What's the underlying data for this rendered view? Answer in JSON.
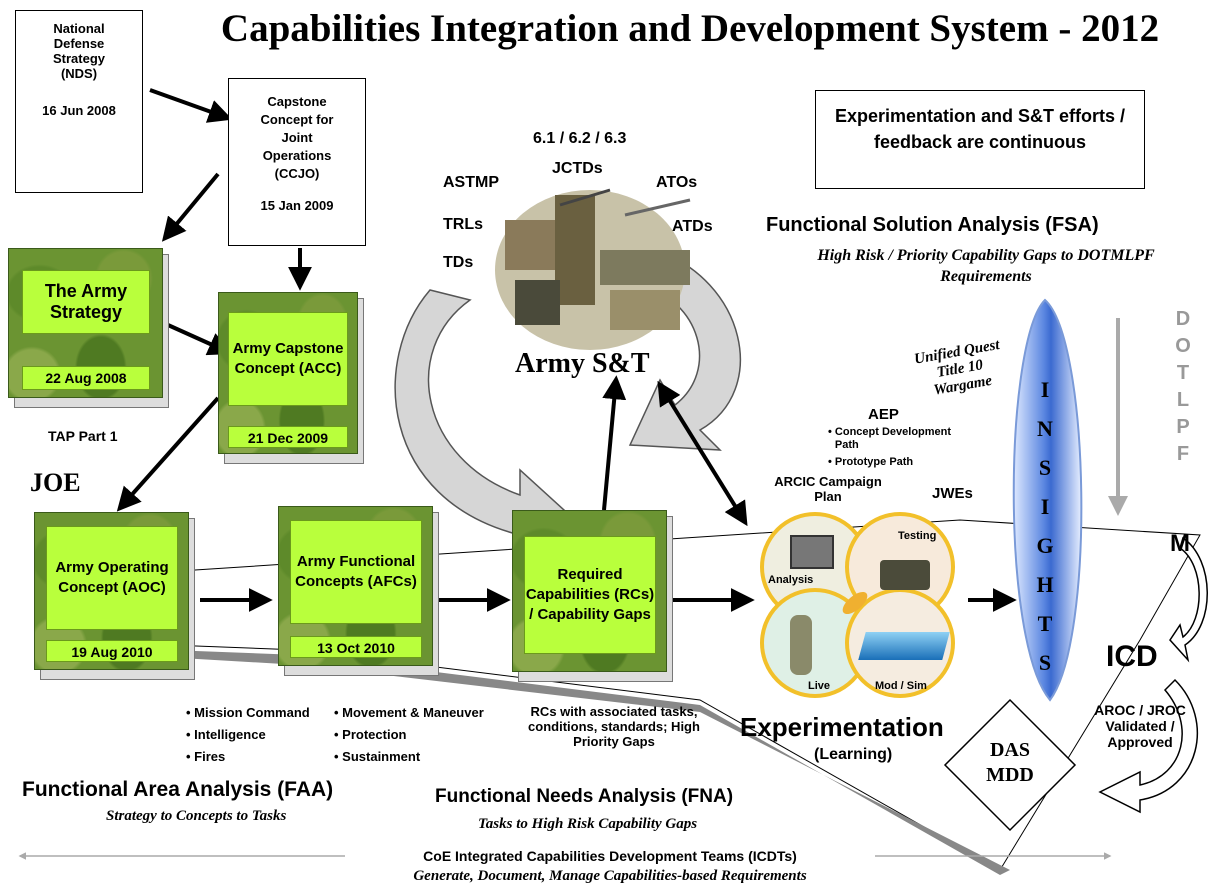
{
  "title": "Capabilities Integration and Development System - 2012",
  "nds": {
    "line1": "National",
    "line2": "Defense",
    "line3": "Strategy",
    "line4": "(NDS)",
    "date": "16 Jun 2008"
  },
  "ccjo": {
    "line1": "Capstone",
    "line2": "Concept for",
    "line3": "Joint",
    "line4": "Operations",
    "line5": "(CCJO)",
    "date": "15 Jan 2009"
  },
  "army_strategy": {
    "label": "The Army Strategy",
    "date": "22 Aug 2008",
    "note": "TAP Part 1"
  },
  "acc": {
    "label": "Army Capstone Concept (ACC)",
    "date": "21 Dec 2009"
  },
  "joe": "JOE",
  "aoc": {
    "label": "Army Operating Concept (AOC)",
    "date": "19 Aug 2010"
  },
  "afc": {
    "label": "Army Functional Concepts (AFCs)",
    "date": "13 Oct 2010"
  },
  "rc": {
    "label": "Required Capabilities (RCs) / Capability Gaps"
  },
  "faa_bullets_left": [
    "• Mission Command",
    "• Intelligence",
    "• Fires"
  ],
  "faa_bullets_right": [
    "• Movement & Maneuver",
    "• Protection",
    "• Sustainment"
  ],
  "rc_note": "RCs with associated tasks, conditions, standards; High Priority Gaps",
  "faa": {
    "title": "Functional Area Analysis (FAA)",
    "subtitle": "Strategy to Concepts to Tasks"
  },
  "fna": {
    "title": "Functional Needs Analysis (FNA)",
    "subtitle": "Tasks to High Risk Capability Gaps"
  },
  "st": {
    "title": "Army S&T",
    "l_astmp": "ASTMP",
    "l_trls": "TRLs",
    "l_tds": "TDs",
    "l_61": "6.1 / 6.2 / 6.3",
    "l_jctds": "JCTDs",
    "l_atos": "ATOs",
    "l_atds": "ATDs"
  },
  "continuous_box": "Experimentation and S&T efforts / feedback are continuous",
  "fsa": {
    "title": "Functional Solution Analysis (FSA)",
    "subtitle": "High Risk / Priority Capability Gaps to DOTMLPF Requirements"
  },
  "dotmlpf": [
    "D",
    "O",
    "T",
    "L",
    "P",
    "F"
  ],
  "m": "M",
  "insights": [
    "I",
    "N",
    "S",
    "I",
    "G",
    "H",
    "T",
    "S"
  ],
  "uq": {
    "line1": "Unified Quest",
    "line2": "Title 10",
    "line3": "Wargame"
  },
  "aep": {
    "title": "AEP",
    "b1": "Concept Development Path",
    "b2": "Prototype Path"
  },
  "arcic": "ARCIC Campaign Plan",
  "jwes": "JWEs",
  "circles": {
    "analysis": "Analysis",
    "testing": "Testing",
    "live": "Live",
    "modsim": "Mod / Sim"
  },
  "experimentation": {
    "title": "Experimentation",
    "sub": "(Learning)"
  },
  "icd": "ICD",
  "aroc": "AROC / JROC Validated / Approved",
  "das": {
    "line1": "DAS",
    "line2": "MDD"
  },
  "icdt": {
    "title": "CoE Integrated Capabilities Development Teams (ICDTs)",
    "subtitle": "Generate, Document, Manage Capabilities-based Requirements"
  },
  "colors": {
    "book_label": "#b9ff3c",
    "circle_border": "#f2c02a",
    "dotmlpf_gray": "#999999"
  }
}
